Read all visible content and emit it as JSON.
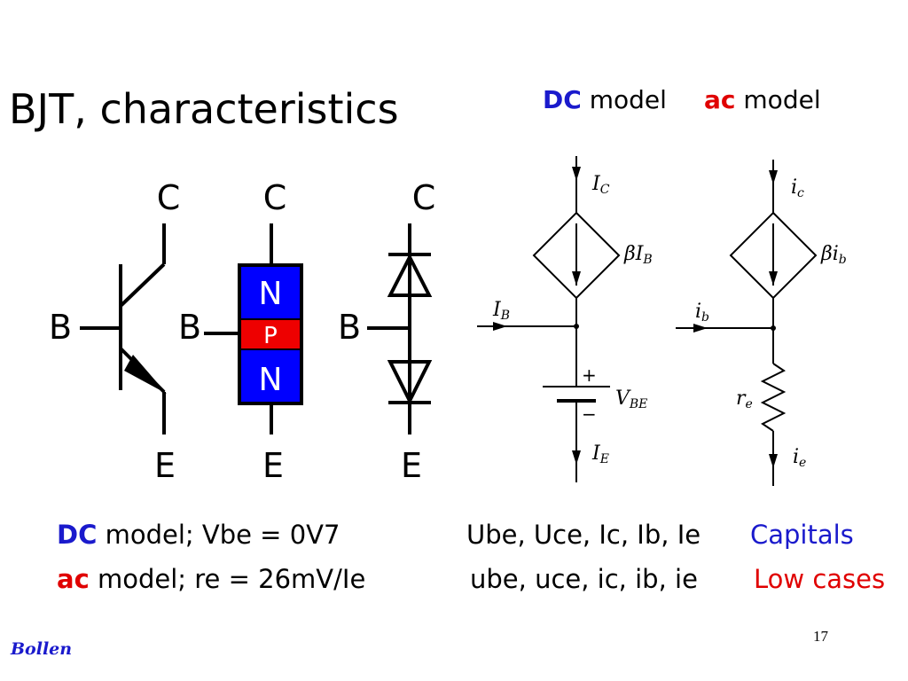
{
  "title": "BJT, characteristics",
  "header": {
    "dc": "DC",
    "dc_model": "model",
    "ac": "ac",
    "ac_model": "model"
  },
  "symbols": {
    "C": "C",
    "B": "B",
    "E": "E",
    "N_top": "N",
    "P": "P",
    "N_bottom": "N"
  },
  "dc_circuit": {
    "ic": "I",
    "ic_sub": "C",
    "beta": "βI",
    "beta_sub": "B",
    "ib": "I",
    "ib_sub": "B",
    "plus": "+",
    "minus": "−",
    "vbe": "V",
    "vbe_sub": "BE",
    "ie": "I",
    "ie_sub": "E"
  },
  "ac_circuit": {
    "ic": "i",
    "ic_sub": "c",
    "beta": "βi",
    "beta_sub": "b",
    "ib": "i",
    "ib_sub": "b",
    "re": "r",
    "re_sub": "e",
    "ie": "i",
    "ie_sub": "e"
  },
  "notes": {
    "row1": {
      "kw": "DC",
      "text": "model; Vbe = 0V7",
      "vars": "Ube, Uce, Ic, Ib, Ie",
      "label": "Capitals"
    },
    "row2": {
      "kw": "ac",
      "text": "model;  re   = 26mV/Ie",
      "vars": "ube,  uce, ic, ib, ie",
      "label": "Low cases"
    }
  },
  "footer": {
    "author": "Bollen",
    "page": "17"
  },
  "colors": {
    "blue": "#1a1acc",
    "red": "#e00000",
    "npn_blue": "#0000ff",
    "npn_red": "#ee0000"
  }
}
